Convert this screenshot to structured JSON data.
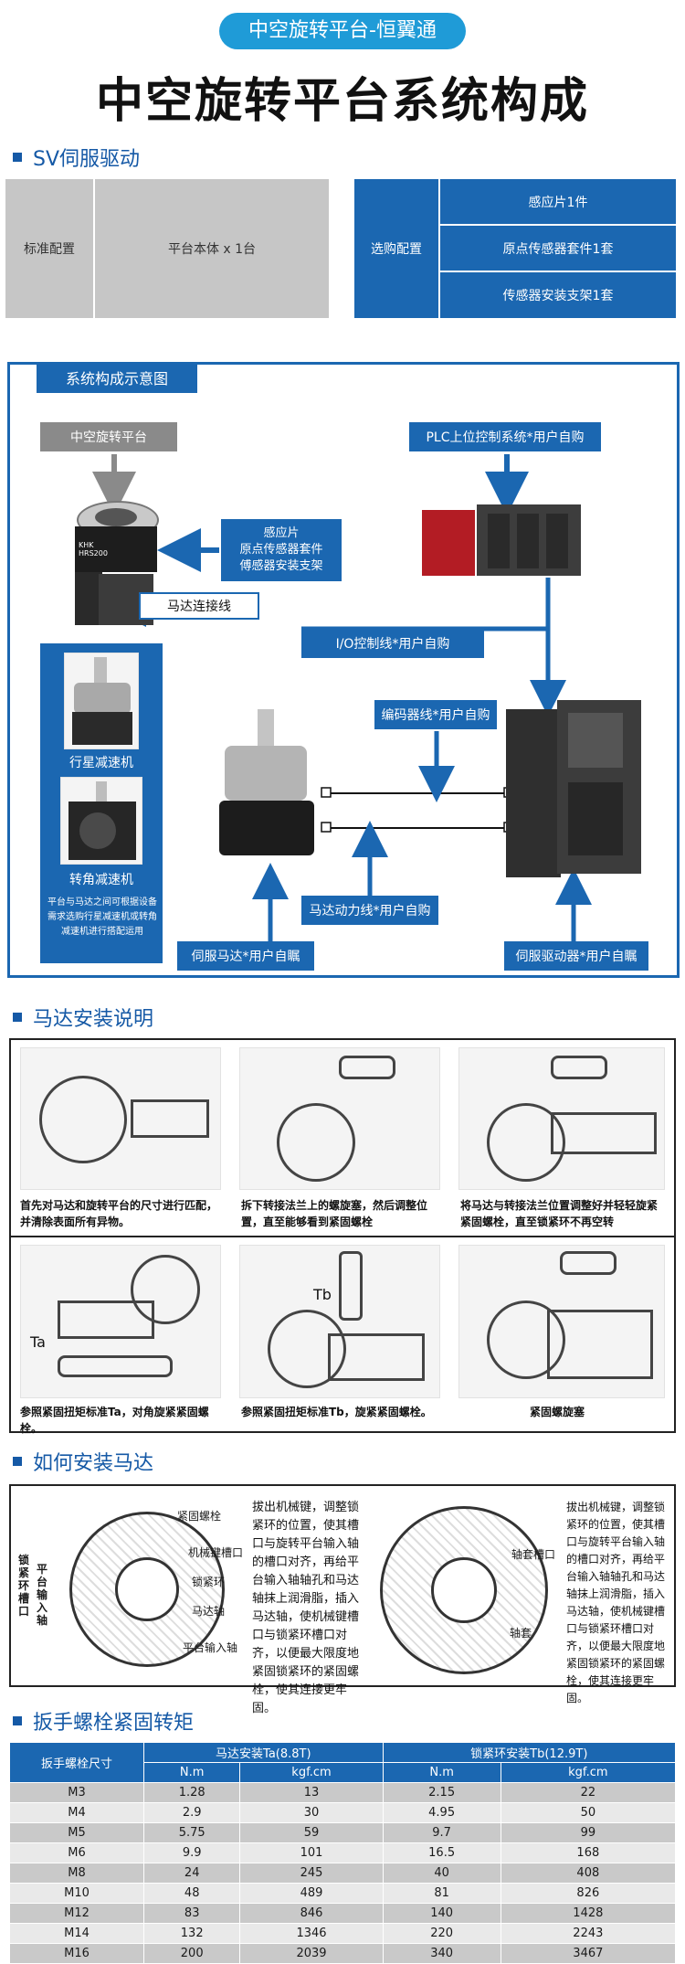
{
  "hero": {
    "pill": "中空旋转平台-恒翼通",
    "title": "中空旋转平台系统构成"
  },
  "sections": {
    "sv": "SV伺服驱动",
    "motor_install": "马达安装说明",
    "how_install": "如何安装马达",
    "torque": "扳手螺栓紧固转矩"
  },
  "config": {
    "standard_label": "标准配置",
    "standard_value": "平台本体 x 1台",
    "optional_label": "选购配置",
    "optional_items": [
      "感应片1件",
      "原点传感器套件1套",
      "传感器安装支架1套"
    ]
  },
  "diagram": {
    "title": "系统构成示意图",
    "platform": "中空旋转平台",
    "plc": "PLC上位控制系统*用户自购",
    "sensors": "感应片\n原点传感器套件\n傅感器安装支架",
    "motor_cable": "马达连接线",
    "io_cable": "I/O控制线*用户自购",
    "encoder_cable": "编码器线*用户自购",
    "power_cable": "马达动力线*用户自购",
    "servo_motor": "伺服马达*用户自瞩",
    "servo_driver": "伺服驱动器*用户自瞩",
    "planetary": "行星减速机",
    "right_angle": "转角减速机",
    "reducer_note": "平台与马达之间可根据设备需求选购行星减速机或转角减速机进行搭配运用",
    "product_mark": "KHK\nHRS200"
  },
  "install_steps": [
    "首先对马达和旋转平台的尺寸进行匹配，并清除表面所有异物。",
    "拆下转接法兰上的螺旋塞，然后调整位置，直至能够看到紧固螺栓",
    "将马达与转接法兰位置调整好并轻轻旋紧紧固螺栓，直至锁紧环不再空转",
    "参照紧固扭矩标准Ta，对角旋紧紧固螺栓。",
    "参照紧固扭矩标准Tb，旋紧紧固螺栓。",
    "紧固螺旋塞"
  ],
  "install_marks": {
    "ta": "Ta",
    "tb": "Tb"
  },
  "how": {
    "labels_left": [
      "紧固螺栓",
      "机械键槽口",
      "锁紧环",
      "马达轴",
      "平台输入轴"
    ],
    "side_label_a": "锁紧环槽口",
    "side_label_b": "平台输入轴",
    "text_left": "拔出机械键，调整锁紧环的位置，使其槽口与旋转平台输入轴的槽口对齐，再给平台输入轴轴孔和马达轴抹上润滑脂，插入马达轴，使机械键槽口与锁紧环槽口对齐，以便最大限度地紧固锁紧环的紧固螺栓，使其连接更牢固。",
    "labels_right": [
      "轴套槽口",
      "轴套"
    ],
    "text_right": "拔出机械键，调整锁紧环的位置，使其槽口与旋转平台输入轴的槽口对齐，再给平台输入轴轴孔和马达轴抹上润滑脂，插入马达轴，使机械键槽口与锁紧环槽口对齐，以便最大限度地紧固锁紧环的紧固螺栓，使其连接更牢固。"
  },
  "torque_table": {
    "corner": "扳手螺栓尺寸",
    "group_a": "马达安装Ta(8.8T)",
    "group_b": "锁紧环安装Tb(12.9T)",
    "units": [
      "N.m",
      "kgf.cm",
      "N.m",
      "kgf.cm"
    ],
    "rows": [
      [
        "M3",
        "1.28",
        "13",
        "2.15",
        "22"
      ],
      [
        "M4",
        "2.9",
        "30",
        "4.95",
        "50"
      ],
      [
        "M5",
        "5.75",
        "59",
        "9.7",
        "99"
      ],
      [
        "M6",
        "9.9",
        "101",
        "16.5",
        "168"
      ],
      [
        "M8",
        "24",
        "245",
        "40",
        "408"
      ],
      [
        "M10",
        "48",
        "489",
        "81",
        "826"
      ],
      [
        "M12",
        "83",
        "846",
        "140",
        "1428"
      ],
      [
        "M14",
        "132",
        "1346",
        "220",
        "2243"
      ],
      [
        "M16",
        "200",
        "2039",
        "340",
        "3467"
      ]
    ]
  },
  "colors": {
    "brand_blue": "#1b67b1",
    "pill_blue": "#1f9bd7",
    "gray_cell": "#c6c6c6"
  }
}
